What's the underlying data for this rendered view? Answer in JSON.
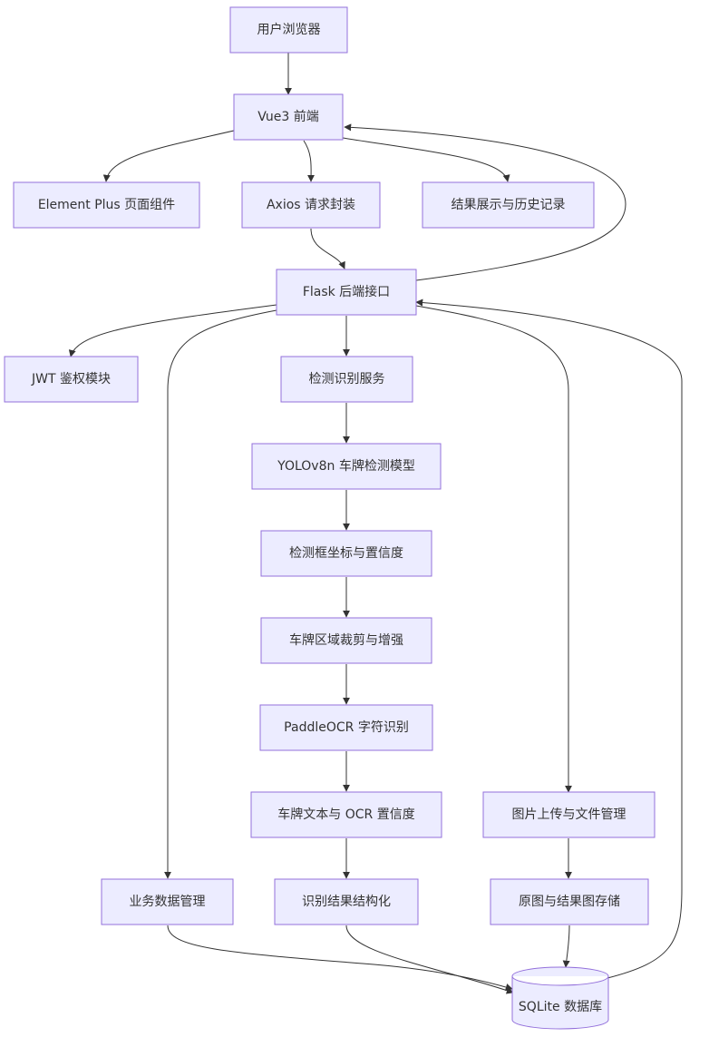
{
  "diagram": {
    "nodes": {
      "browser": "用户浏览器",
      "vue": "Vue3 前端",
      "element": "Element Plus 页面组件",
      "axios": "Axios 请求封装",
      "history": "结果展示与历史记录",
      "flask": "Flask 后端接口",
      "jwt": "JWT 鉴权模块",
      "detect": "检测识别服务",
      "yolo": "YOLOv8n 车牌检测模型",
      "bbox": "检测框坐标与置信度",
      "crop": "车牌区域裁剪与增强",
      "ocr": "PaddleOCR 字符识别",
      "text": "车牌文本与 OCR 置信度",
      "upload": "图片上传与文件管理",
      "biz": "业务数据管理",
      "struct": "识别结果结构化",
      "store": "原图与结果图存储",
      "db": "SQLite 数据库"
    },
    "edges": [
      [
        "browser",
        "vue"
      ],
      [
        "vue",
        "element"
      ],
      [
        "vue",
        "axios"
      ],
      [
        "vue",
        "history"
      ],
      [
        "axios",
        "flask"
      ],
      [
        "flask",
        "vue"
      ],
      [
        "flask",
        "jwt"
      ],
      [
        "flask",
        "detect"
      ],
      [
        "flask",
        "biz"
      ],
      [
        "flask",
        "upload"
      ],
      [
        "detect",
        "yolo"
      ],
      [
        "yolo",
        "bbox"
      ],
      [
        "bbox",
        "crop"
      ],
      [
        "crop",
        "ocr"
      ],
      [
        "ocr",
        "text"
      ],
      [
        "text",
        "struct"
      ],
      [
        "upload",
        "store"
      ],
      [
        "biz",
        "db"
      ],
      [
        "struct",
        "db"
      ],
      [
        "store",
        "db"
      ],
      [
        "db",
        "flask"
      ]
    ]
  }
}
